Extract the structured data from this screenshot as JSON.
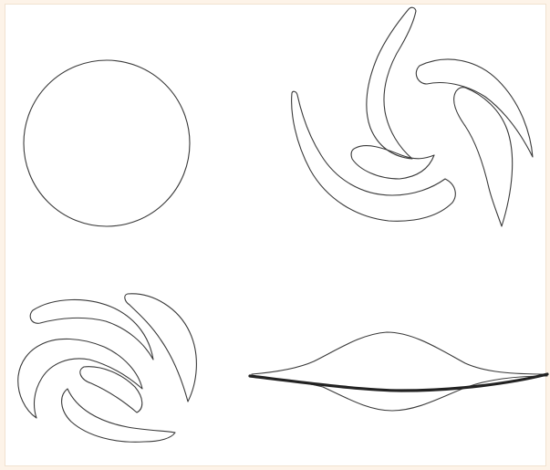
{
  "figure": {
    "panels": [
      {
        "id": "top-left",
        "shape": "circle"
      },
      {
        "id": "top-right",
        "shape": "spiral-galaxy-four-arms"
      },
      {
        "id": "bottom-left",
        "shape": "spiral-galaxy-four-arms"
      },
      {
        "id": "bottom-right",
        "shape": "edge-on-disk"
      }
    ],
    "colors": {
      "background": "#fdf3e8",
      "panel": "#ffffff",
      "stroke": "#3a3a3a",
      "disk_plane": "#222222"
    }
  }
}
